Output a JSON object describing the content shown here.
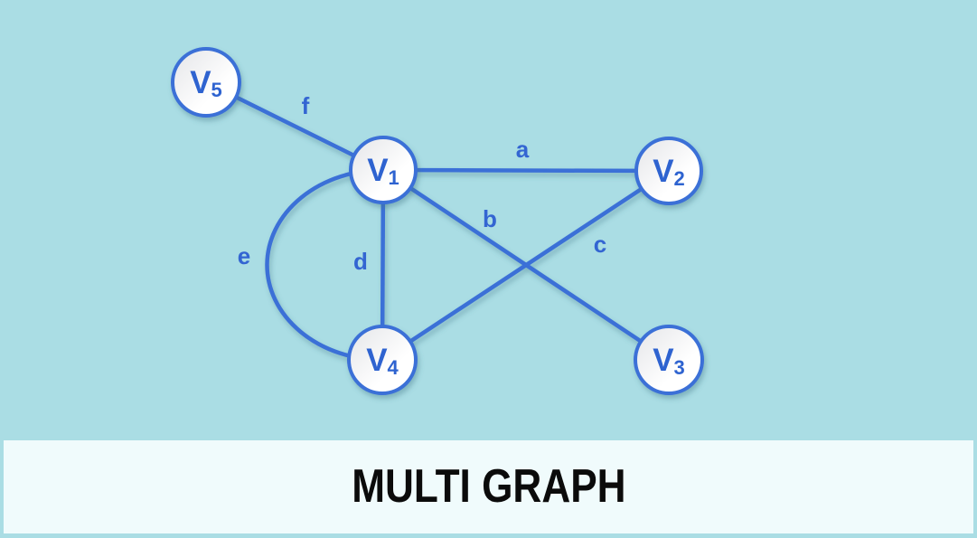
{
  "banner": {
    "title": "MULTI GRAPH"
  },
  "colors": {
    "background": "#AADDE4",
    "banner_background": "#F0FBFC",
    "edge_stroke": "#3A6FD7",
    "node_border": "#3A6FD7",
    "node_fill_gradient": [
      "#E7E8EB",
      "#FFFFFF"
    ],
    "node_text": "#2F63D0",
    "edge_label_text": "#3365D2",
    "title_text": "#0B0B0B"
  },
  "graph": {
    "type": "undirected-multigraph",
    "nodes": [
      {
        "id": "V1",
        "label": "V",
        "sub": "1"
      },
      {
        "id": "V2",
        "label": "V",
        "sub": "2"
      },
      {
        "id": "V3",
        "label": "V",
        "sub": "3"
      },
      {
        "id": "V4",
        "label": "V",
        "sub": "4"
      },
      {
        "id": "V5",
        "label": "V",
        "sub": "5"
      }
    ],
    "edges": [
      {
        "label": "a",
        "from": "V1",
        "to": "V2",
        "shape": "straight"
      },
      {
        "label": "b",
        "from": "V1",
        "to": "V3",
        "shape": "straight"
      },
      {
        "label": "c",
        "from": "V2",
        "to": "V4",
        "shape": "straight"
      },
      {
        "label": "d",
        "from": "V1",
        "to": "V4",
        "shape": "straight"
      },
      {
        "label": "e",
        "from": "V1",
        "to": "V4",
        "shape": "curved-left"
      },
      {
        "label": "f",
        "from": "V5",
        "to": "V1",
        "shape": "straight"
      }
    ]
  }
}
